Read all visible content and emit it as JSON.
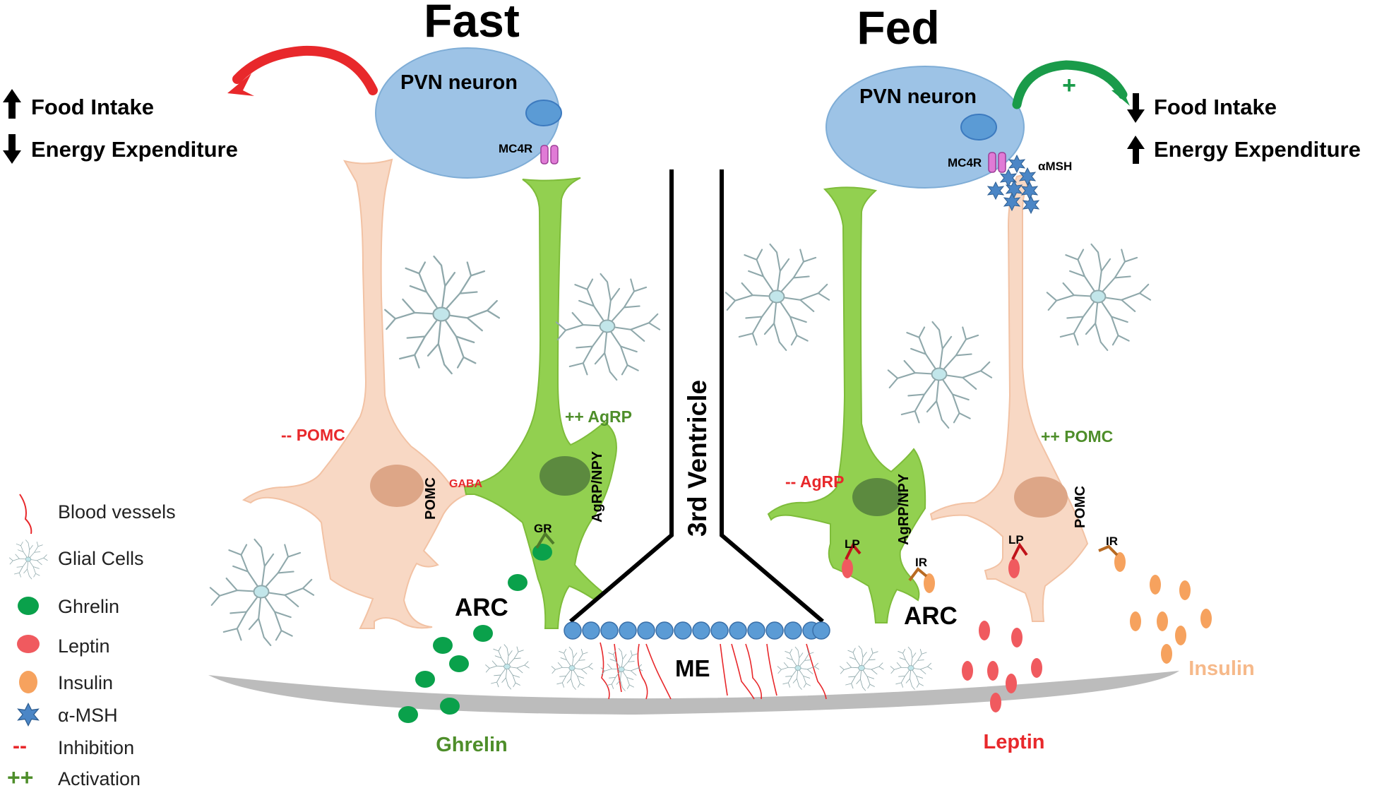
{
  "panels": {
    "fast": {
      "title": "Fast"
    },
    "fed": {
      "title": "Fed"
    }
  },
  "labels": {
    "pvn_neuron": "PVN  neuron",
    "mc4r": "MC4R",
    "amsh": "αMSH",
    "plus_sign": "+",
    "food_intake": "Food Intake",
    "energy_expenditure": "Energy Expenditure",
    "third_ventricle": "3rd Ventricle",
    "me": "ME",
    "arc": "ARC",
    "pomc": "POMC",
    "agrp_npy": "AgRP/NPY",
    "gaba": "GABA",
    "gr": "GR",
    "lp": "LP",
    "ir": "IR",
    "minus_pomc": "-- POMC",
    "plus_agrp": "++ AgRP",
    "minus_agrp": "-- AgRP",
    "plus_pomc": "++ POMC",
    "ghrelin": "Ghrelin",
    "leptin": "Leptin",
    "insulin": "Insulin"
  },
  "legend": {
    "items": [
      {
        "label": "Blood vessels",
        "icon": "blood-vessel-icon"
      },
      {
        "label": "Glial Cells",
        "icon": "glial-cell-icon"
      },
      {
        "label": "Ghrelin",
        "icon": "ghrelin-dot-icon",
        "color": "#0aa14b"
      },
      {
        "label": "Leptin",
        "icon": "leptin-dot-icon",
        "color": "#f05a5f"
      },
      {
        "label": "Insulin",
        "icon": "insulin-dot-icon",
        "color": "#f6a25e"
      },
      {
        "label": "α-MSH",
        "icon": "amsh-star-icon",
        "color": "#4b86c6"
      },
      {
        "label": "Inhibition",
        "icon": "inhibition-dash-icon",
        "symbol": "--",
        "color": "#e8282b"
      },
      {
        "label": "Activation",
        "icon": "activation-plus-icon",
        "symbol": "++",
        "color": "#4e8e2a"
      }
    ]
  },
  "colors": {
    "pvn": "#9dc3e6",
    "nucleus": "#5b9bd5",
    "pomc_cell": "#f8d8c4",
    "agrp_cell": "#92d050",
    "ghrelin": "#0aa14b",
    "leptin": "#f05a5f",
    "insulin": "#f6a25e",
    "inhibition_red": "#e8282b",
    "activation_green": "#1a9b4a"
  }
}
